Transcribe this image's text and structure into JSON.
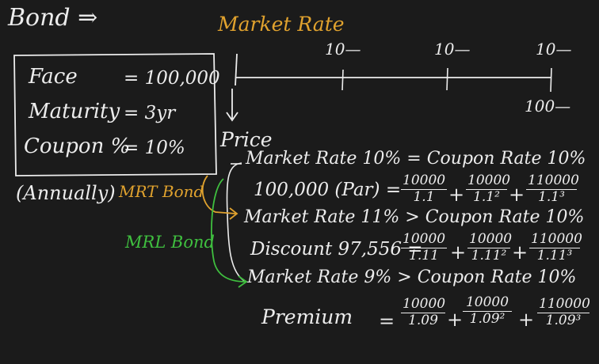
{
  "title": "Bond ⇒",
  "market_rate_heading": "Market Rate",
  "bond_box": {
    "face_label": "Face",
    "face_value": "= 100,000",
    "maturity_label": "Maturity",
    "maturity_value": "= 3yr",
    "coupon_label": "Coupon %",
    "coupon_value": "= 10%"
  },
  "annually_note": "(Annually)",
  "mrt_label": "MRT Bond",
  "mrl_label": "MRL Bond",
  "timeline": {
    "cash_1": "10—",
    "cash_2": "10—",
    "cash_3": "10—",
    "principal": "100—"
  },
  "price_label": "Price",
  "scenarios": [
    {
      "heading": "Market Rate 10% = Coupon Rate 10%",
      "result": "100,000 (Par) =",
      "terms": [
        {
          "num": "10000",
          "den": "1.1"
        },
        {
          "num": "10000",
          "den": "1.1²"
        },
        {
          "num": "110000",
          "den": "1.1³"
        }
      ]
    },
    {
      "heading": "Market Rate 11% > Coupon Rate 10%",
      "result": "Discount 97,556 =",
      "terms": [
        {
          "num": "10000",
          "den": "1.11"
        },
        {
          "num": "10000",
          "den": "1.11²"
        },
        {
          "num": "110000",
          "den": "1.11³"
        }
      ]
    },
    {
      "heading": "Market Rate 9% > Coupon Rate 10%",
      "result": "Premium",
      "equals": "=",
      "terms": [
        {
          "num": "10000",
          "den": "1.09"
        },
        {
          "num": "10000",
          "den": "1.09²"
        },
        {
          "num": "110000",
          "den": "1.09³"
        }
      ]
    }
  ],
  "plus_sign": "+",
  "colors": {
    "background": "#1b1b1b",
    "ink_white": "#ececec",
    "ink_yellow": "#e0a22e",
    "ink_green": "#3fbf3f"
  }
}
